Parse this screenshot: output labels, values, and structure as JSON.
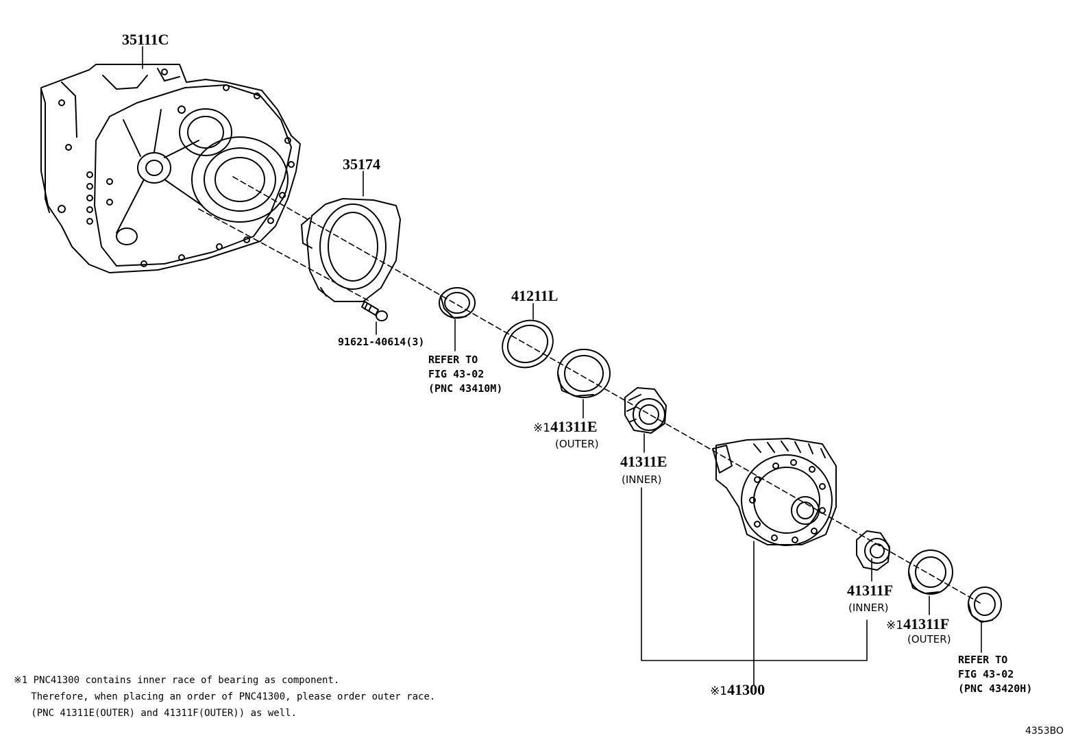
{
  "parts": {
    "case": "35111C",
    "retainer": "35174",
    "bolt": "91621-40614(3)",
    "shim": "41211L",
    "outer_race_e": "41311E",
    "outer_race_e_sub": "(OUTER)",
    "inner_race_e": "41311E",
    "inner_race_e_sub": "(INNER)",
    "differential": "41300",
    "inner_race_f": "41311F",
    "inner_race_f_sub": "(INNER)",
    "outer_race_f": "41311F",
    "outer_race_f_sub": "(OUTER)"
  },
  "marker": "※1",
  "refs": {
    "seal_left": [
      "REFER TO",
      "FIG 43-02",
      "(PNC 43410M)"
    ],
    "seal_right": [
      "REFER TO",
      "FIG 43-02",
      "(PNC 43420H)"
    ]
  },
  "note": {
    "line1": "※1 PNC41300 contains inner race of bearing as component.",
    "line2": "   Therefore, when placing an order of PNC41300, please order outer race.",
    "line3": "   (PNC 41311E(OUTER) and 41311F(OUTER)) as well."
  },
  "figure_id": "4353BO"
}
